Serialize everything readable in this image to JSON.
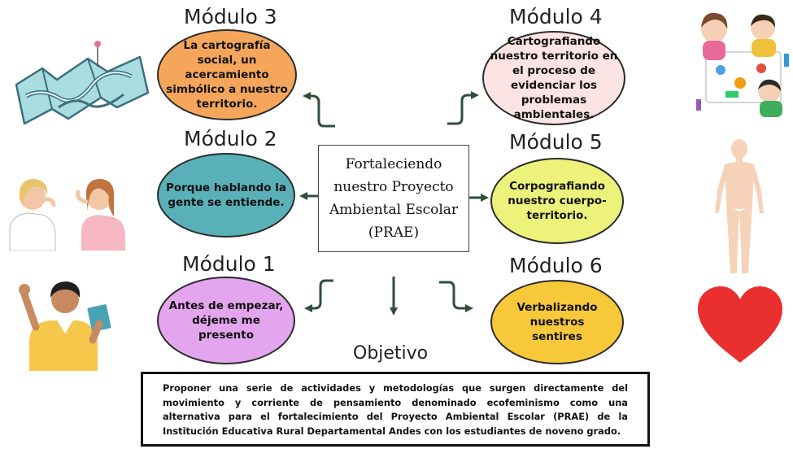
{
  "center": {
    "title": "Fortaleciendo nuestro Proyecto Ambiental Escolar (PRAE)"
  },
  "modules": [
    {
      "label": "Módulo 3",
      "text": "La cartografía social, un acercamiento simbólico a nuestro territorio.",
      "color": "#f5a65b"
    },
    {
      "label": "Módulo 4",
      "text": "Cartografiando nuestro territorio en el proceso de evidenciar los problemas ambientales.",
      "color": "#fde4e4"
    },
    {
      "label": "Módulo 2",
      "text": "Porque hablando la gente se entiende.",
      "color": "#5ab0b8"
    },
    {
      "label": "Módulo 5",
      "text": "Corpografiando nuestro cuerpo-territorio.",
      "color": "#ecf27a"
    },
    {
      "label": "Módulo 1",
      "text": "Antes de empezar, déjeme me presento",
      "color": "#e3a6ee"
    },
    {
      "label": "Módulo 6",
      "text": "Verbalizando nuestros sentires",
      "color": "#f7c93a"
    }
  ],
  "objective": {
    "title": "Objetivo",
    "text": "Proponer una serie de actividades y metodologías que surgen directamente del movimiento y corriente de pensamiento denominado ecofeminismo como una alternativa para el fortalecimiento del Proyecto Ambiental Escolar (PRAE) de la Institución Educativa Rural Departamental Andes con los estudiantes de noveno grado."
  },
  "arrow_color": "#2f4f3a",
  "illustrations": [
    "map-icon",
    "children-drawing-icon",
    "gossiping-women-icon",
    "human-body-icon",
    "man-reading-icon",
    "heart-icon"
  ]
}
